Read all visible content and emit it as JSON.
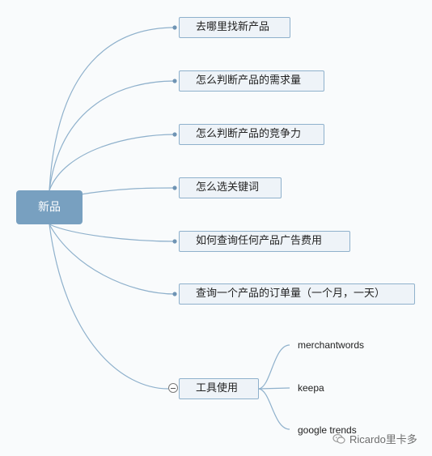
{
  "root": {
    "label": "新品"
  },
  "topics": [
    {
      "label": "去哪里找新产品"
    },
    {
      "label": "怎么判断产品的需求量"
    },
    {
      "label": "怎么判断产品的竞争力"
    },
    {
      "label": "怎么选关键词"
    },
    {
      "label": "如何查询任何产品广告费用"
    },
    {
      "label": "查询一个产品的订单量（一个月，一天）"
    },
    {
      "label": "工具使用"
    }
  ],
  "tools": [
    {
      "label": "merchantwords"
    },
    {
      "label": "keepa"
    },
    {
      "label": "google trends"
    }
  ],
  "watermark": {
    "text": "Ricardo里卡多"
  },
  "colors": {
    "root_fill": "#78a0c0",
    "topic_border": "#8fb1cc",
    "topic_fill": "#eef3f8",
    "connector": "#8fb1cc",
    "background": "#f9fbfc"
  }
}
